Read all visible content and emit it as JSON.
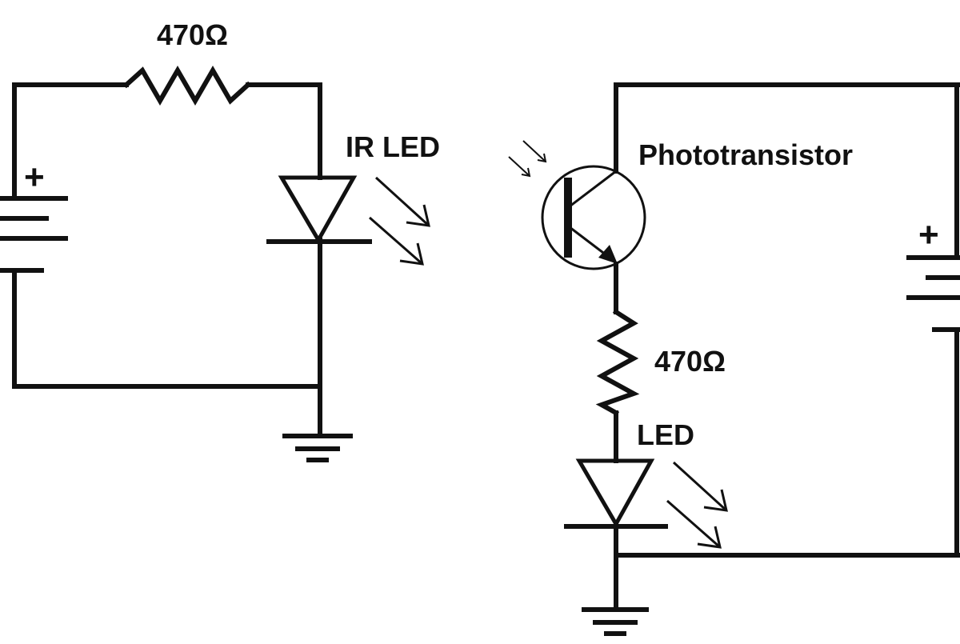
{
  "diagram": {
    "left_circuit": {
      "resistor_label": "470Ω",
      "led_label": "IR LED",
      "battery_polarity": "+"
    },
    "right_circuit": {
      "transistor_label": "Phototransistor",
      "resistor_label": "470Ω",
      "led_label": "LED",
      "battery_polarity": "+"
    }
  },
  "colors": {
    "line": "#111111",
    "background": "#ffffff"
  }
}
